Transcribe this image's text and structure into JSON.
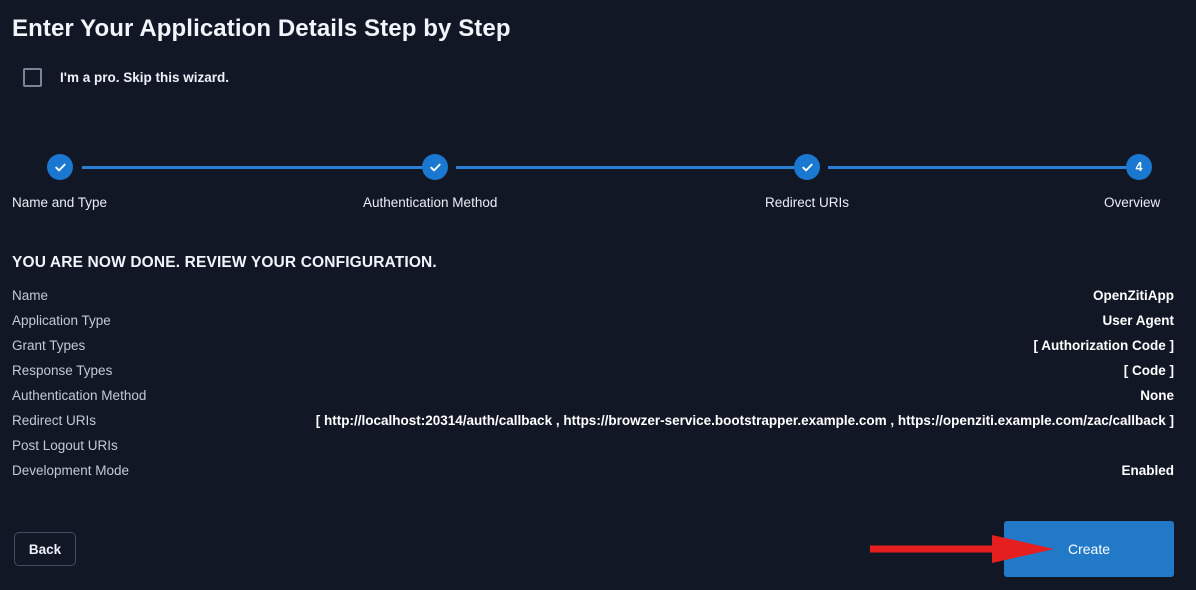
{
  "header": {
    "title": "Enter Your Application Details Step by Step"
  },
  "skip_wizard": {
    "label": "I'm a pro. Skip this wizard.",
    "checked": false,
    "checkbox_icon": "checkbox-unchecked-icon"
  },
  "stepper": {
    "steps": [
      {
        "label": "Name and Type",
        "state": "complete",
        "marker": "check-icon",
        "number": "1"
      },
      {
        "label": "Authentication Method",
        "state": "complete",
        "marker": "check-icon",
        "number": "2"
      },
      {
        "label": "Redirect URIs",
        "state": "complete",
        "marker": "check-icon",
        "number": "3"
      },
      {
        "label": "Overview",
        "state": "current",
        "marker": "number",
        "number": "4"
      }
    ],
    "accent_color": "#1b78d1",
    "connector_color": "#2b7fd4"
  },
  "review": {
    "heading": "YOU ARE NOW DONE. REVIEW YOUR CONFIGURATION.",
    "rows": [
      {
        "label": "Name",
        "value": "OpenZitiApp"
      },
      {
        "label": "Application Type",
        "value": "User Agent"
      },
      {
        "label": "Grant Types",
        "value": "[ Authorization Code ]"
      },
      {
        "label": "Response Types",
        "value": "[ Code ]"
      },
      {
        "label": "Authentication Method",
        "value": "None"
      },
      {
        "label": "Redirect URIs",
        "value": "[ http://localhost:20314/auth/callback , https://browzer-service.bootstrapper.example.com , https://openziti.example.com/zac/callback ]"
      },
      {
        "label": "Post Logout URIs",
        "value": ""
      },
      {
        "label": "Development Mode",
        "value": "Enabled"
      }
    ]
  },
  "footer": {
    "back_label": "Back",
    "create_label": "Create",
    "create_color": "#2279c8"
  },
  "annotation": {
    "arrow_color": "#e51f1f",
    "points_to": "create-button"
  }
}
